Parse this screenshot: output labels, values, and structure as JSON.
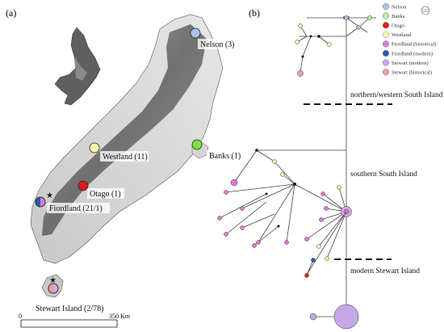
{
  "panels": {
    "a": {
      "label": "(a)"
    },
    "b": {
      "label": "(b)"
    }
  },
  "sites": [
    {
      "name": "Nelson (3)",
      "color": "#a9c4e6"
    },
    {
      "name": "Westland (11)",
      "color": "#fff5a8"
    },
    {
      "name": "Banks (1)",
      "color": "#7ee040"
    },
    {
      "name": "Otago (1)",
      "color": "#e01b1b"
    },
    {
      "name": "Fiordland (21/1)",
      "color": "#e27ad8"
    },
    {
      "name": "Stewart Island (2/78)",
      "color": "#d9a7e8"
    }
  ],
  "scale_bar": {
    "start": "0",
    "end": "350 Km"
  },
  "legend": [
    {
      "label": "Nelson",
      "color": "#a9c4e6"
    },
    {
      "label": "Banks",
      "color": "#b6f0a0"
    },
    {
      "label": "Otago",
      "color": "#e01b1b"
    },
    {
      "label": "Westland",
      "color": "#fff5b0"
    },
    {
      "label": "Fiordland (historical)",
      "color": "#e27ad8"
    },
    {
      "label": "Fiordland (modern)",
      "color": "#1f5fb0"
    },
    {
      "label": "Stewart (modern)",
      "color": "#c4a8e8"
    },
    {
      "label": "Stewart (historical)",
      "color": "#ef9aa5"
    }
  ],
  "network_labels": {
    "northern": "northern/western South Island",
    "southern": "southern South Island",
    "stewart": "modern Stewart Island"
  }
}
